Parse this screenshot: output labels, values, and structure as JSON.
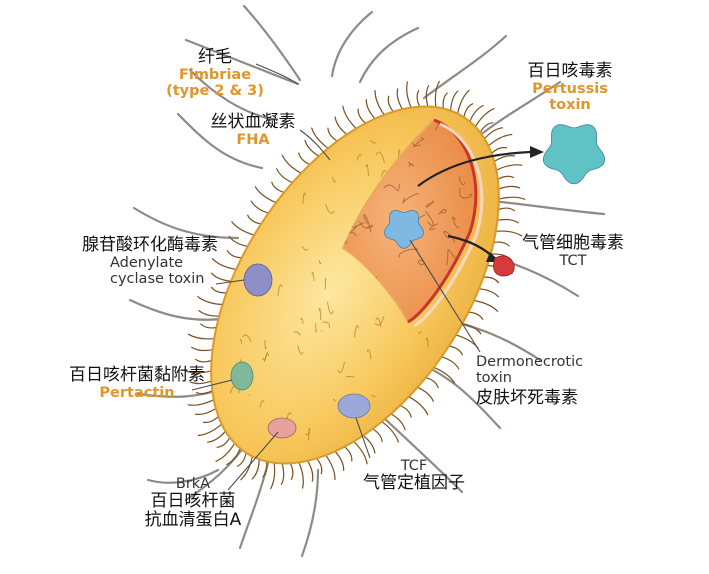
{
  "colors": {
    "body_fill": "#f7c75a",
    "body_edge": "#d99a2a",
    "cut_fill": "#ef8f4a",
    "cut_edge": "#c7352c",
    "flagella": "#8f8a84",
    "fimbriae": "#7a4f1e",
    "pertussis_toxin": "#5fc3c6",
    "dermonecrotic_toxin": "#7fb8e2",
    "tct": "#d63b3b",
    "adenylate_cyclase": "#8f8fc7",
    "pertactin": "#7fb89a",
    "tcf": "#9aa9d8",
    "brka": "#e6a0a0",
    "label_orange": "#e0962a",
    "leader": "#4a4a4a"
  },
  "labels": {
    "fimbriae": {
      "cn": "纤毛",
      "en_1": "Fimbriae",
      "en_2": "(type 2 & 3)"
    },
    "fha": {
      "cn": "丝状血凝素",
      "en": "FHA"
    },
    "adenylate": {
      "cn": "腺苷酸环化酶毒素",
      "en_1": "Adenylate",
      "en_2": "cyclase toxin"
    },
    "pertactin": {
      "cn": "百日咳杆菌黏附素",
      "en": "Pertactin"
    },
    "brka": {
      "en": "BrkA",
      "cn_1": "百日咳杆菌",
      "cn_2": "抗血清蛋白A"
    },
    "tcf": {
      "en": "TCF",
      "cn": "气管定植因子"
    },
    "pertussis": {
      "cn": "百日咳毒素",
      "en_1": "Pertussis",
      "en_2": "toxin"
    },
    "tct": {
      "cn": "气管细胞毒素",
      "en": "TCT"
    },
    "dermonecrotic": {
      "en_1": "Dermonecrotic",
      "en_2": "toxin",
      "cn": "皮肤坏死毒素"
    }
  }
}
